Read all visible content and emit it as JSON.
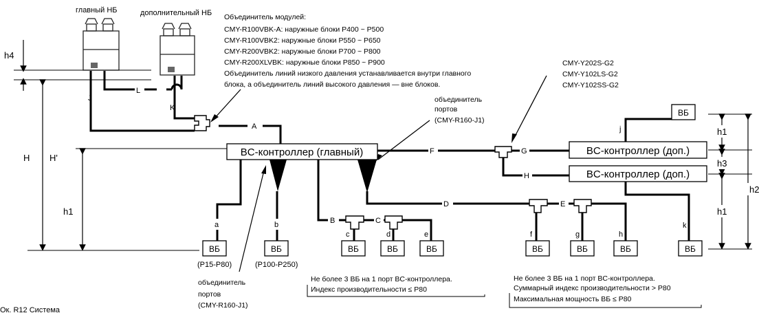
{
  "outdoor": {
    "main_label": "главный НБ",
    "sub_label": "дополнительный НБ"
  },
  "combiner_note": {
    "title": "Объединитель модулей:",
    "lines": [
      "CMY-R100VBK-A: наружные блоки P400 ~ P500",
      "CMY-R100VBK2: наружные блоки P550 ~ P650",
      "CMY-R200VBK2: наружные блоки P700 ~ P800",
      "CMY-R200XLVBK: наружные блоки P850 ~ P900",
      "Объединитель линий низкого давления устанавливается внутри главного",
      "блока, а объединитель линий высокого давления — вне блоков."
    ]
  },
  "branch_kits": [
    "CMY-Y202S-G2",
    "CMY-Y102LS-G2",
    "CMY-Y102SS-G2"
  ],
  "port_joiner_right": [
    "объединитель",
    "портов",
    "(CMY-R160-J1)"
  ],
  "port_joiner_bottom": [
    "объединитель",
    "портов",
    "(CMY-R160-J1)"
  ],
  "bc_main": "BC-контроллер (главный)",
  "bc_sub": "BC-контроллер (доп.)",
  "unit": "ВБ",
  "pipes": {
    "A": "A",
    "B": "B",
    "C": "C",
    "D": "D",
    "E": "E",
    "F": "F",
    "G": "G",
    "H": "H",
    "J": "J",
    "K": "K",
    "L": "L",
    "a": "a",
    "b": "b",
    "c": "c",
    "d": "d",
    "e": "e",
    "f": "f",
    "g": "g",
    "h": "h",
    "j": "j",
    "k": "k"
  },
  "dims": {
    "h4": "h4",
    "H": "H",
    "Hp": "H'",
    "h1": "h1",
    "h3": "h3",
    "h2": "h2"
  },
  "ranges": {
    "a": "(P15-P80)",
    "b": "(P100-P250)"
  },
  "notes": {
    "middle": [
      "Не более 3 ВБ на 1 порт BC-контроллера.",
      "Индекс производительности ≤ P80"
    ],
    "right": [
      "Не более 3 ВБ на 1 порт BC-контроллера.",
      "Суммарный индекс производительности > P80",
      "Максимальная мощность ВБ ≤ P80"
    ]
  },
  "footer": "Ок. R12 Система"
}
